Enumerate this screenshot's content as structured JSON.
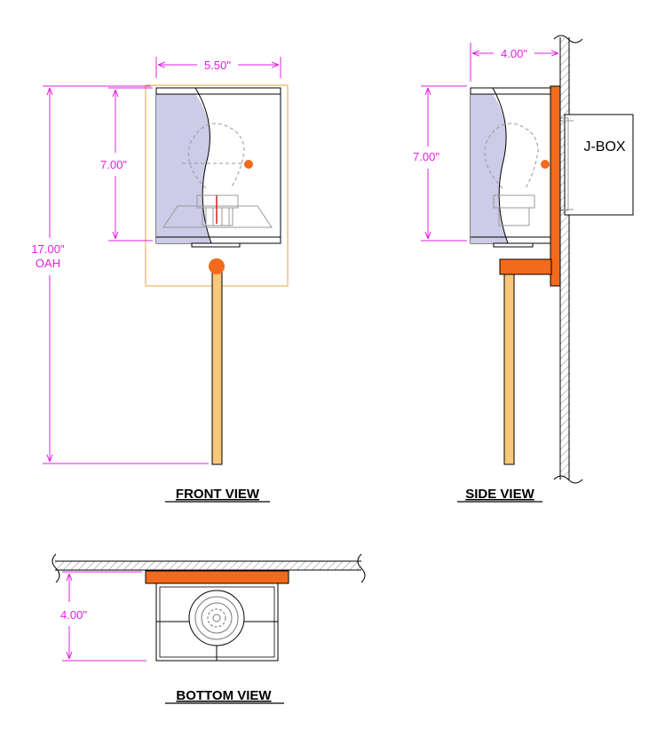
{
  "views": {
    "front": {
      "title": "FRONT VIEW",
      "width_dim": "5.50\"",
      "shade_height_dim": "7.00\"",
      "overall_dim": "17.00\"",
      "overall_label": "OAH"
    },
    "side": {
      "title": "SIDE VIEW",
      "extension_dim": "4.00\"",
      "shade_height_dim": "7.00\"",
      "jbox_label": "J-BOX"
    },
    "bottom": {
      "title": "BOTTOM VIEW",
      "depth_dim": "4.00\""
    }
  },
  "colors": {
    "dimension": "#e020e0",
    "brass_rod": "#f7c77a",
    "bracket": "#f26a1b",
    "shade_glass": "#cccce8",
    "outline_box": "#e8a040",
    "hatch": "#888888",
    "bulb_line": "#999999"
  }
}
